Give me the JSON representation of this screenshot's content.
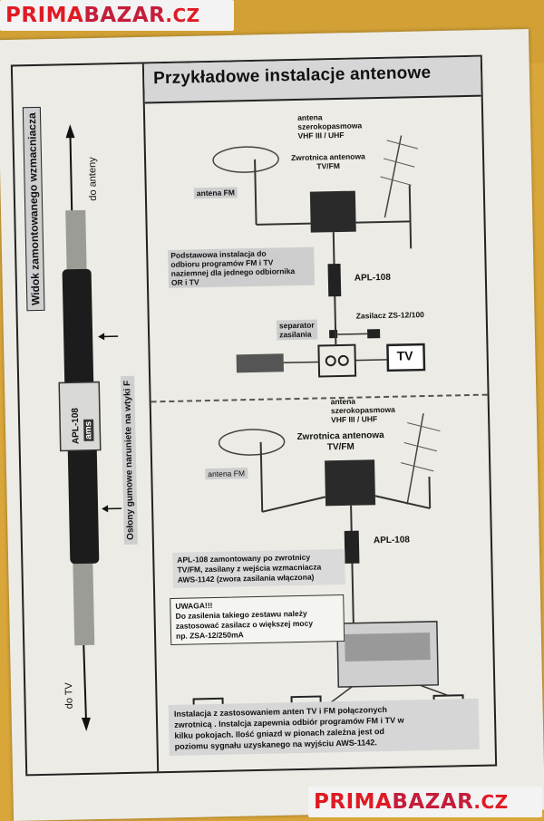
{
  "watermark": {
    "part1": "PRIMA",
    "part2": "BAZAR",
    "part3": ".CZ"
  },
  "left_panel": {
    "title": "Widok zamontowanego wzmacniacza",
    "to_antenna": "do anteny",
    "to_tv": "do TV",
    "rubber_covers": "Osłony gumowe naruniete na wtyki F",
    "device_label": "APL-108",
    "brand": "ams"
  },
  "right_panel": {
    "title": "Przykładowe instalacje antenowe",
    "top": {
      "wideband_antenna": [
        "antena",
        "szerokopasmowa",
        "VHF III / UHF"
      ],
      "combiner": [
        "Zwrotnica antenowa",
        "TV/FM"
      ],
      "fm_antenna": "antena FM",
      "basic_install": [
        "Podstawowa instalacja do",
        "odbioru programów FM i TV",
        "naziemnej dla jednego odbiornika",
        "OR i TV"
      ],
      "amplifier": "APL-108",
      "power_supply": "Zasilacz ZS-12/100",
      "separator": [
        "separator",
        "zasilania"
      ],
      "tv": "TV"
    },
    "bottom": {
      "wideband_antenna": [
        "antena",
        "szerokopasmowa",
        "VHF III / UHF"
      ],
      "combiner": [
        "Zwrotnica antenowa",
        "TV/FM"
      ],
      "fm_antenna": "antena FM",
      "amplifier": "APL-108",
      "mounted_note": [
        "APL-108 zamontowany po  zwrotnicy",
        "TV/FM, zasilany z wejścia wzmacniacza",
        "AWS-1142 (zwora zasilania włączona)"
      ],
      "warning_title": "UWAGA!!!",
      "warning_text": [
        "Do zasilenia takiego zestawu należy",
        "zastosować zasilacz o większej mocy",
        "np. ZSA-12/250mA"
      ],
      "final_note": [
        "Instalacja z zastosowaniem anten  TV i FM połączonych",
        "zwrotnicą . Instalcja zapewnia odbiór programów FM i TV  w",
        "kilku pokojach. Ilość gniazd w pionach zależna jest od",
        "poziomu sygnału uzyskanego na wyjściu AWS-1142."
      ]
    }
  }
}
